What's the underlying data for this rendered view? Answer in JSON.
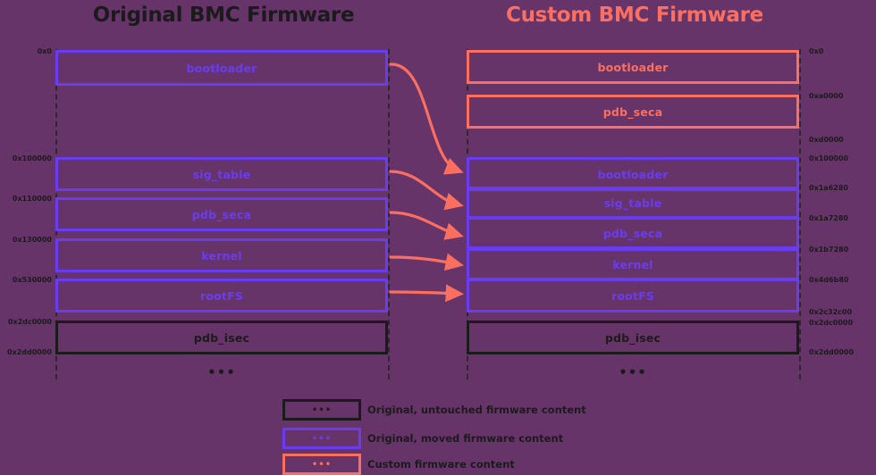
{
  "diagram": {
    "background_color": "#673469",
    "colors": {
      "original_untouched": "#1b1b1b",
      "original_moved": "#6a3cf0",
      "custom": "#fa6f60"
    }
  },
  "left_column": {
    "title": "Original BMC Firmware",
    "segments": [
      {
        "label": "bootloader",
        "kind": "moved",
        "start": "0x0",
        "end": ""
      },
      {
        "label": "sig_table",
        "kind": "moved",
        "start": "0x100000",
        "end": ""
      },
      {
        "label": "pdb_seca",
        "kind": "moved",
        "start": "0x110000",
        "end": ""
      },
      {
        "label": "kernel",
        "kind": "moved",
        "start": "0x130000",
        "end": ""
      },
      {
        "label": "rootFS",
        "kind": "moved",
        "start": "0x530000",
        "end": ""
      },
      {
        "label": "pdb_isec",
        "kind": "untouched",
        "start": "0x2dc0000",
        "end": "0x2dd0000"
      }
    ],
    "addresses": [
      "0x0",
      "0x100000",
      "0x110000",
      "0x130000",
      "0x530000",
      "0x2dc0000",
      "0x2dd0000"
    ],
    "ellipsis": "•••"
  },
  "right_column": {
    "title": "Custom BMC Firmware",
    "segments": [
      {
        "label": "bootloader",
        "kind": "custom",
        "start": "0x0",
        "end": "0xa0000"
      },
      {
        "label": "pdb_seca",
        "kind": "custom",
        "start": "0xa0000",
        "end": "0xd0000"
      },
      {
        "label": "bootloader",
        "kind": "moved",
        "start": "0x100000",
        "end": "0x1a6280"
      },
      {
        "label": "sig_table",
        "kind": "moved",
        "start": "0x1a6280",
        "end": "0x1a7280"
      },
      {
        "label": "pdb_seca",
        "kind": "moved",
        "start": "0x1a7280",
        "end": "0x1b7280"
      },
      {
        "label": "kernel",
        "kind": "moved",
        "start": "0x1b7280",
        "end": "0x4d6b80"
      },
      {
        "label": "rootFS",
        "kind": "moved",
        "start": "0x4d6b80",
        "end": "0x2c32c00"
      },
      {
        "label": "pdb_isec",
        "kind": "untouched",
        "start": "0x2dc0000",
        "end": "0x2dd0000"
      }
    ],
    "addresses": [
      "0x0",
      "0xa0000",
      "0xd0000",
      "0x100000",
      "0x1a6280",
      "0x1a7280",
      "0x1b7280",
      "0x4d6b80",
      "0x2c32c00",
      "0x2dc0000",
      "0x2dd0000"
    ],
    "ellipsis": "•••"
  },
  "mapping_arrows": [
    {
      "from": "bootloader",
      "to": "bootloader"
    },
    {
      "from": "sig_table",
      "to": "sig_table"
    },
    {
      "from": "pdb_seca",
      "to": "pdb_seca"
    },
    {
      "from": "kernel",
      "to": "kernel"
    },
    {
      "from": "rootFS",
      "to": "rootFS"
    }
  ],
  "legend": {
    "placeholder": "•••",
    "items": [
      {
        "kind": "untouched",
        "text": "Original, untouched firmware content"
      },
      {
        "kind": "moved",
        "text": "Original, moved firmware content"
      },
      {
        "kind": "custom",
        "text": "Custom firmware content"
      }
    ]
  }
}
